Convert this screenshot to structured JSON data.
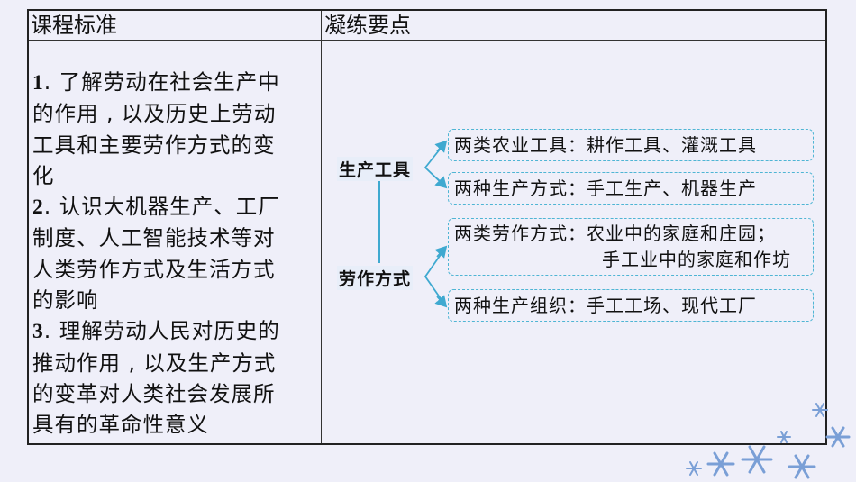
{
  "table": {
    "headers": [
      "课程标准",
      "凝练要点"
    ],
    "standards": [
      {
        "num": "1",
        "lines": [
          ". 了解劳动在社会生产中",
          "的作用 , 以及历史上劳动",
          "工具和主要劳作方式的变",
          "化"
        ]
      },
      {
        "num": "2",
        "lines": [
          ". 认识大机器生产、工厂",
          "制度、人工智能技术等对",
          "人类劳作方式及生活方式",
          "的影响"
        ]
      },
      {
        "num": "3",
        "lines": [
          ". 理解劳动人民对历史的",
          "推动作用 , 以及生产方式",
          "的变革对人类社会发展所",
          "具有的革命性意义"
        ]
      }
    ]
  },
  "diagram": {
    "nodes": [
      "生产工具",
      "劳作方式"
    ],
    "boxes": [
      "两类农业工具：耕作工具、灌溉工具",
      "两种生产方式：手工生产、机器生产",
      "两类劳作方式：农业中的家庭和庄园；",
      "手工业中的家庭和作坊",
      "两种生产组织：手工工场、现代工厂"
    ],
    "accent": "#3fa9d0"
  }
}
